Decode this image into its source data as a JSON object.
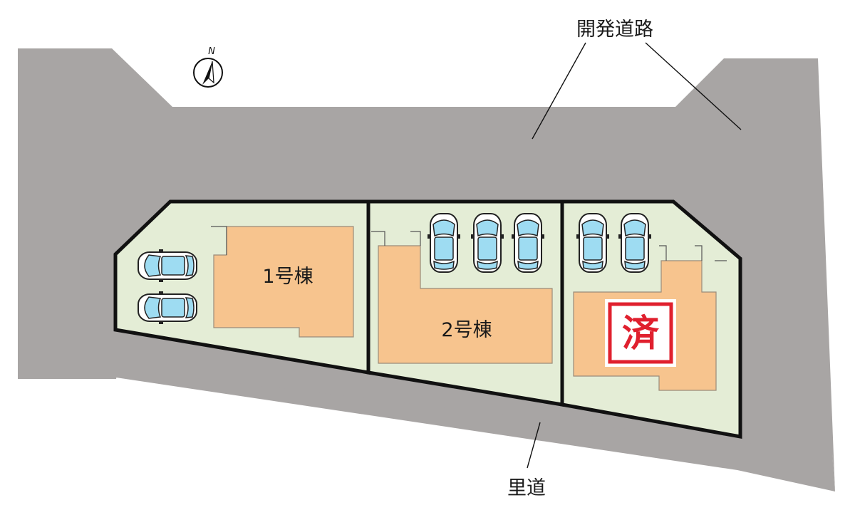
{
  "roads": {
    "development_road_label": "開発道路",
    "village_road_label": "里道"
  },
  "compass": {
    "north_label": "N",
    "icon": "north-arrow-icon"
  },
  "lots": [
    {
      "label": "1号棟",
      "parking_spaces": 2,
      "status": ""
    },
    {
      "label": "2号棟",
      "parking_spaces": 3,
      "status": ""
    },
    {
      "label": "",
      "parking_spaces": 2,
      "status": "済"
    }
  ],
  "colors": {
    "road": "#a8a5a4",
    "lot": "#e4edd6",
    "building": "#f7c48e",
    "boundary": "#111111",
    "sold_badge": "#e0202e",
    "car_body": "#ffffff",
    "car_glass": "#9edcf2"
  }
}
